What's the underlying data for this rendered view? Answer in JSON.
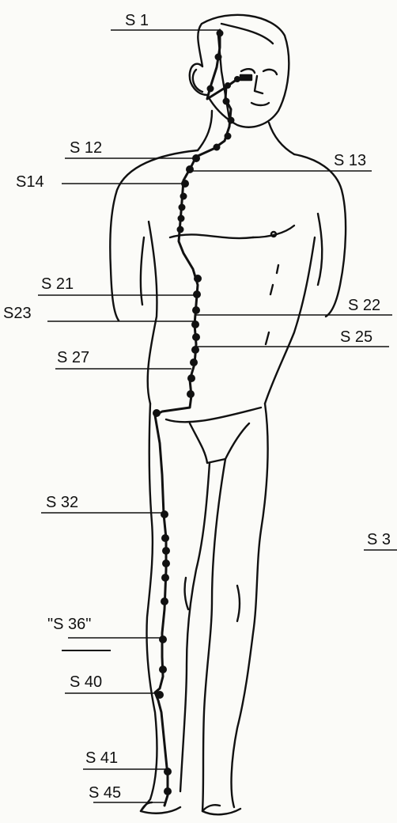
{
  "diagram": {
    "labels": {
      "s1": "S 1",
      "s12": "S 12",
      "s13": "S 13",
      "s14": "S14",
      "s21": "S 21",
      "s22": "S 22",
      "s23": "S23",
      "s25": "S 25",
      "s27": "S 27",
      "s32": "S 32",
      "s36": "\"S 36\"",
      "s40": "S 40",
      "s41": "S 41",
      "s45": "S 45",
      "s3_cut": "S 3"
    },
    "colors": {
      "ink": "#111111",
      "paper": "#fbfbf8"
    }
  }
}
